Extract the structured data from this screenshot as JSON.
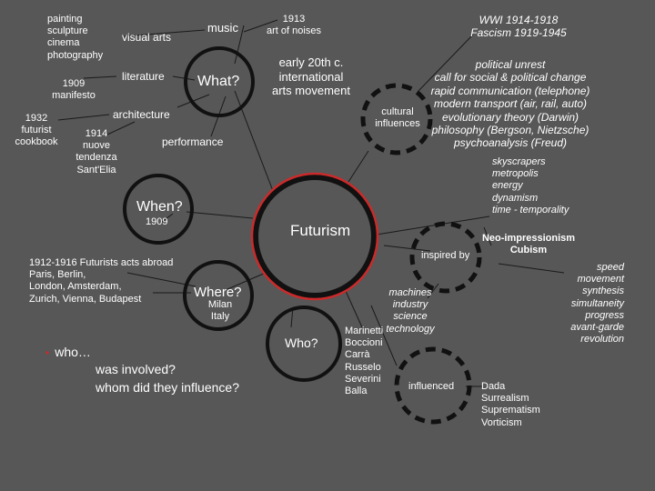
{
  "what": {
    "title": "What?",
    "arts": "painting\nsculpture\ncinema\nphotography",
    "visual_arts": "visual arts",
    "music": "music",
    "noises": "1913\nart of noises",
    "literature": "literature",
    "manifesto": "1909\nmanifesto",
    "cookbook": "1932\nfuturist\ncookbook",
    "architecture": "architecture",
    "nuove_tendenza": "1914\nnuove\ntendenza\nSant'Elia",
    "performance": "performance"
  },
  "movement": "early 20th c.\ninternational\narts movement",
  "center": {
    "title": "Futurism"
  },
  "cultural": {
    "label": "cultural\ninfluences",
    "wars": "WWI 1914-1918\nFascism 1919-1945",
    "list": "political unrest\ncall for social & political change\nrapid communication (telephone)\nmodern transport (air, rail, auto)\nevolutionary theory (Darwin)\nphilosophy (Bergson, Nietzsche)\npsychoanalysis (Freud)",
    "themes": "skyscrapers\nmetropolis\nenergy\ndynamism\ntime - temporality"
  },
  "when": {
    "title": "When?",
    "year": "1909",
    "abroad": "1912-1916 Futurists acts abroad\nParis, Berlin,\nLondon, Amsterdam,\nZurich, Vienna, Budapest"
  },
  "where": {
    "title": "Where?",
    "cities": "Milan\nItaly"
  },
  "inspired": {
    "label": "inspired by",
    "movements": "Neo-impressionism\nCubism",
    "concepts": "speed\nmovement\nsynthesis\nsimultaneity\nprogress\navant-garde\nrevolution",
    "tech": "machines\nindustry\nscience\ntechnology"
  },
  "who": {
    "title": "Who?",
    "bullet": "who…",
    "q1": "was involved?",
    "q2": "whom did they influence?",
    "artists": "Marinetti\nBoccioni\nCarrà\nRusselo\nSeverini\nBalla"
  },
  "influenced": {
    "label": "influenced",
    "movements": "Dada\nSurrealism\nSuprematism\nVorticism"
  },
  "colors": {
    "background": "#575757",
    "accent_ring": "#cc2a2a",
    "ring": "#111111",
    "text": "#ffffff"
  }
}
